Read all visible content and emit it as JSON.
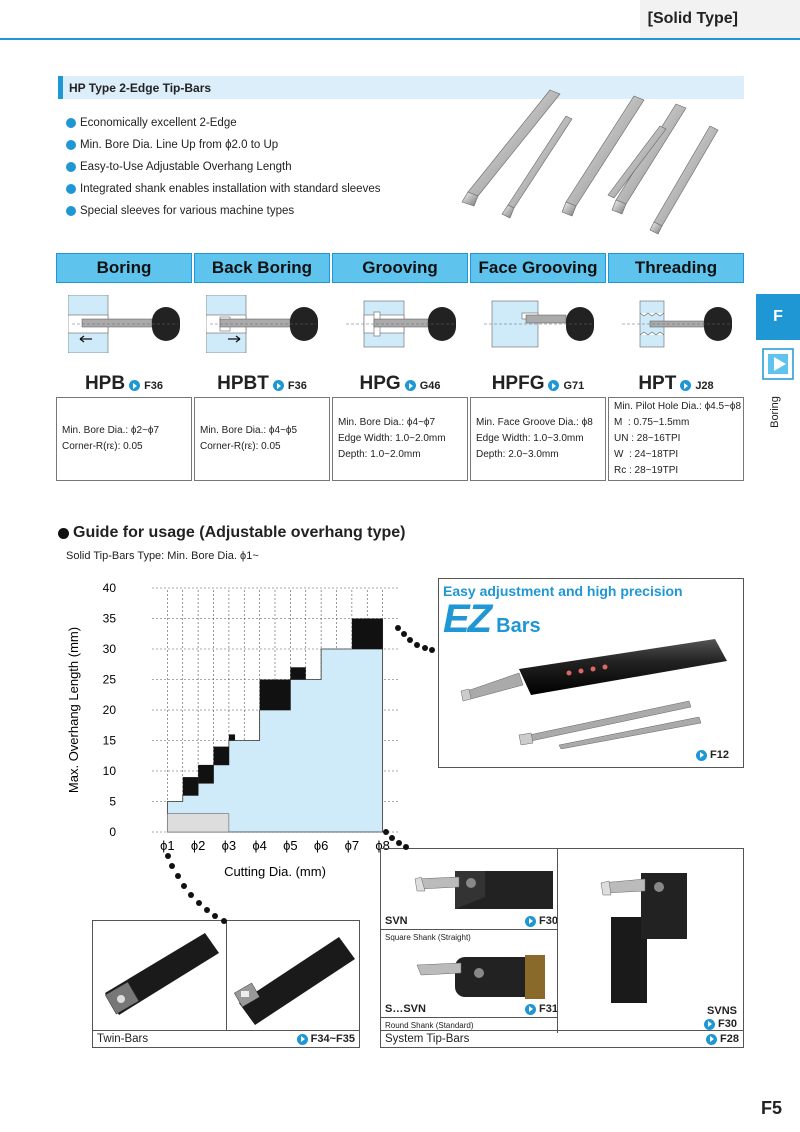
{
  "header": {
    "tag": "[Solid Type]"
  },
  "section": {
    "title": "HP Type 2-Edge Tip-Bars"
  },
  "features": [
    "Economically excellent 2-Edge",
    "Min. Bore Dia. Line Up from ϕ2.0 to Up",
    "Easy-to-Use Adjustable Overhang Length",
    "Integrated shank enables installation with standard sleeves",
    "Special sleeves for various machine types"
  ],
  "categories": [
    {
      "title": "Boring",
      "code": "HPB",
      "ref": "F36",
      "specs": [
        "Min. Bore Dia.: ϕ2~ϕ7",
        "Corner-R(rε): 0.05"
      ]
    },
    {
      "title": "Back Boring",
      "code": "HPBT",
      "ref": "F36",
      "specs": [
        "Min. Bore Dia.: ϕ4~ϕ5",
        "Corner-R(rε): 0.05"
      ]
    },
    {
      "title": "Grooving",
      "code": "HPG",
      "ref": "G46",
      "specs": [
        "Min. Bore Dia.: ϕ4~ϕ7",
        "Edge Width: 1.0~2.0mm",
        "Depth: 1.0~2.0mm"
      ]
    },
    {
      "title": "Face Grooving",
      "code": "HPFG",
      "ref": "G71",
      "specs": [
        "Min. Face Groove Dia.: ϕ8",
        "Edge Width: 1.0~3.0mm",
        "Depth: 2.0~3.0mm"
      ]
    },
    {
      "title": "Threading",
      "code": "HPT",
      "ref": "J28",
      "specs": [
        "Min. Pilot Hole Dia.: ϕ4.5~ϕ8",
        "M  : 0.75~1.5mm",
        "UN : 28~16TPI",
        "W  : 24~18TPI",
        "Rc : 28~19TPI"
      ]
    }
  ],
  "side": {
    "tab": "F",
    "label": "Boring"
  },
  "guide": {
    "title": "Guide for usage (Adjustable overhang type)",
    "subtitle": "Solid Tip-Bars Type: Min. Bore Dia. ϕ1~"
  },
  "chart_data": {
    "type": "area",
    "xlabel": "Cutting Dia. (mm)",
    "ylabel": "Max. Overhang Length (mm)",
    "xlim": [
      0.5,
      8.5
    ],
    "ylim": [
      0,
      40
    ],
    "x_ticks": [
      "ϕ1",
      "ϕ2",
      "ϕ3",
      "ϕ4",
      "ϕ5",
      "ϕ6",
      "ϕ7",
      "ϕ8"
    ],
    "y_ticks": [
      "0",
      "5",
      "10",
      "15",
      "20",
      "25",
      "30",
      "35",
      "40"
    ],
    "grid": true,
    "envelope": {
      "x": [
        1,
        1.5,
        2,
        2.5,
        3,
        4,
        5,
        6,
        7,
        8
      ],
      "y": [
        5,
        6,
        8,
        11,
        15,
        20,
        25,
        30,
        30,
        35
      ]
    },
    "min_band": {
      "x0": 1,
      "x1": 3,
      "y0": 0,
      "y1": 3
    },
    "highlights": [
      {
        "x0": 1.5,
        "x1": 2.0,
        "y0": 6,
        "y1": 9
      },
      {
        "x0": 2.0,
        "x1": 2.5,
        "y0": 8,
        "y1": 11
      },
      {
        "x0": 2.5,
        "x1": 3.0,
        "y0": 11,
        "y1": 14
      },
      {
        "x0": 3.0,
        "x1": 3.2,
        "y0": 15,
        "y1": 16
      },
      {
        "x0": 4.0,
        "x1": 5.0,
        "y0": 20,
        "y1": 25
      },
      {
        "x0": 5.0,
        "x1": 5.5,
        "y0": 25,
        "y1": 27
      },
      {
        "x0": 7.0,
        "x1": 8.0,
        "y0": 30,
        "y1": 35
      }
    ]
  },
  "ez": {
    "title": "Easy adjustment and high precision",
    "brand": "EZ",
    "brand_suffix": "Bars",
    "ref": "F12"
  },
  "twin": {
    "label": "Twin-Bars",
    "ref": "F34~F35"
  },
  "system": {
    "label": "System Tip-Bars",
    "ref": "F28",
    "items": [
      {
        "name": "SVN",
        "ref": "F30",
        "desc": "Square Shank (Straight)"
      },
      {
        "name": "S…SVN",
        "ref": "F31",
        "desc": "Round Shank (Standard)"
      },
      {
        "name": "SVNS",
        "ref": "F30"
      }
    ]
  },
  "page": {
    "number": "F5"
  },
  "colors": {
    "accent": "#1e97d4",
    "light": "#dbeef9",
    "head": "#5ec4ee",
    "area": "#cfeaf8"
  }
}
